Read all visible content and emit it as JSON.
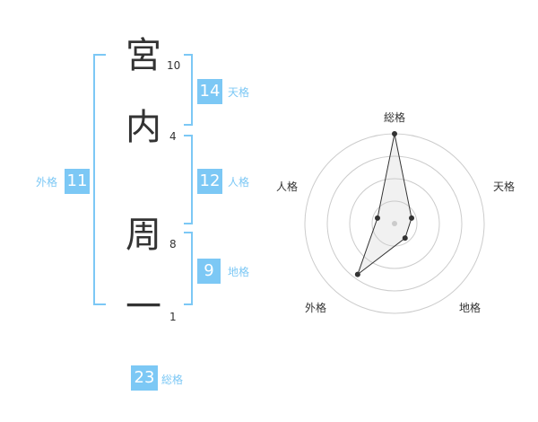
{
  "name_chars": [
    {
      "char": "宮",
      "strokes": "10"
    },
    {
      "char": "内",
      "strokes": "4"
    },
    {
      "char": "周",
      "strokes": "8"
    },
    {
      "char": "一",
      "strokes": "1"
    }
  ],
  "fortunes": {
    "tenkaku": {
      "value": "14",
      "label": "天格"
    },
    "jinkaku": {
      "value": "12",
      "label": "人格"
    },
    "chikaku": {
      "value": "9",
      "label": "地格"
    },
    "gaikaku": {
      "value": "11",
      "label": "外格"
    },
    "soukaku": {
      "value": "23",
      "label": "総格"
    }
  },
  "colors": {
    "accent": "#7cc8f5",
    "text": "#333333",
    "grid": "#cccccc"
  },
  "chart_data": {
    "type": "radar",
    "axes": [
      "総格",
      "天格",
      "地格",
      "外格",
      "人格"
    ],
    "values": [
      5,
      1,
      1,
      3.5,
      1
    ],
    "rmax": 5,
    "rings": 4
  }
}
